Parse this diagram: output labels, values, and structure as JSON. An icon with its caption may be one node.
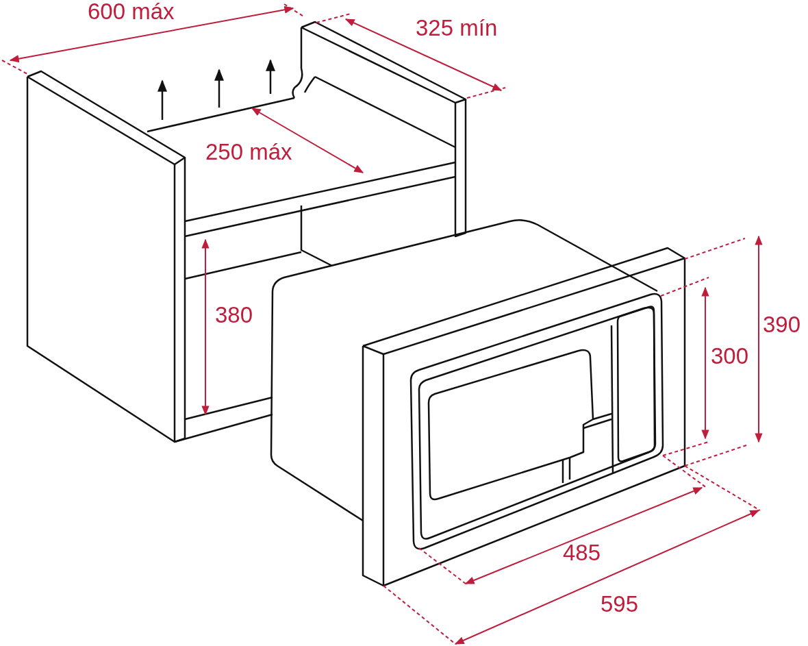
{
  "diagram": {
    "labels": [
      "600 máx",
      "325 mín",
      "250 máx",
      "380",
      "300",
      "390",
      "485",
      "595"
    ]
  }
}
